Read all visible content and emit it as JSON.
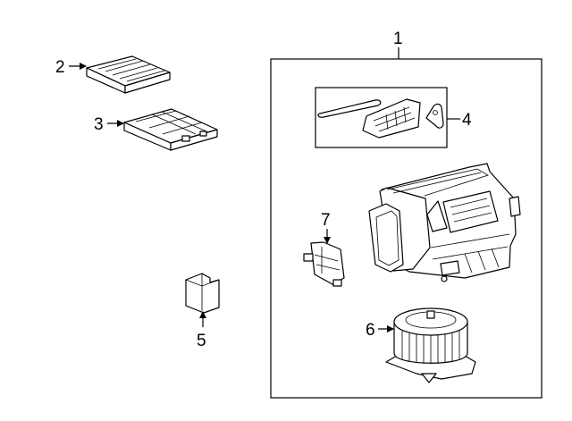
{
  "diagram": {
    "callouts": [
      {
        "id": "c1",
        "label": "1"
      },
      {
        "id": "c2",
        "label": "2"
      },
      {
        "id": "c3",
        "label": "3"
      },
      {
        "id": "c4",
        "label": "4"
      },
      {
        "id": "c5",
        "label": "5"
      },
      {
        "id": "c6",
        "label": "6"
      },
      {
        "id": "c7",
        "label": "7"
      }
    ]
  }
}
